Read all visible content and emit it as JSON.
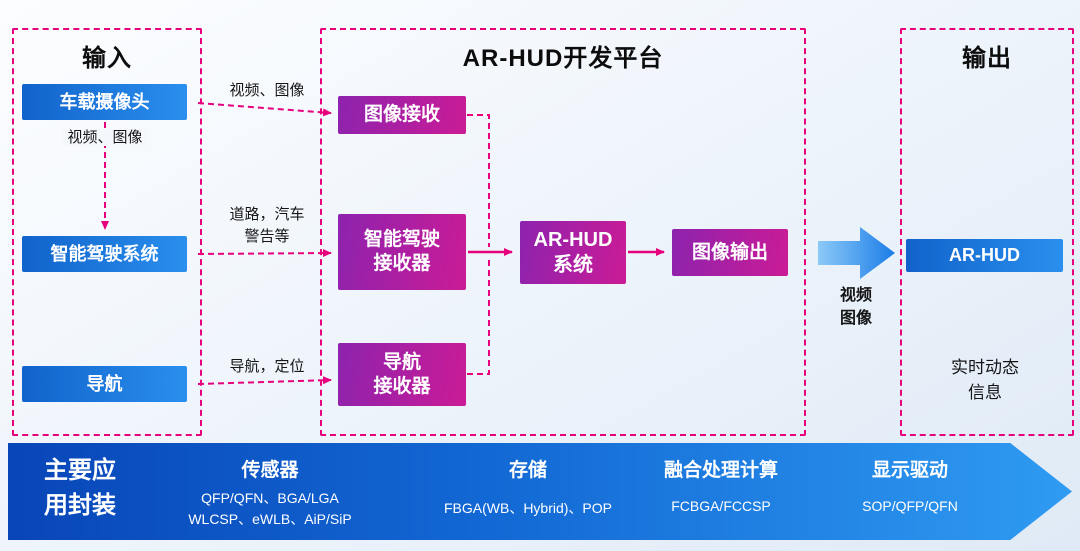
{
  "input_panel": {
    "title": "输入",
    "camera": "车载摄像头",
    "camera_out_label": "视频、图像",
    "driving": "智能驾驶系统",
    "nav": "导航"
  },
  "platform_panel": {
    "title": "AR-HUD开发平台",
    "image_rx": "图像接收",
    "driving_rx_line1": "智能驾驶",
    "driving_rx_line2": "接收器",
    "arhud_line1": "AR-HUD",
    "arhud_line2": "系统",
    "image_out": "图像输出",
    "nav_rx_line1": "导航",
    "nav_rx_line2": "接收器"
  },
  "output_panel": {
    "title": "输出",
    "arhud": "AR-HUD",
    "realtime_line1": "实时动态",
    "realtime_line2": "信息"
  },
  "arrow_labels": {
    "video_image": "视频、图像",
    "road_line1": "道路，汽车",
    "road_line2": "警告等",
    "nav_pos": "导航，定位",
    "video_line1": "视频",
    "video_line2": "图像"
  },
  "banner": {
    "label": [
      "主要应",
      "用封装"
    ],
    "sensor": {
      "title": "传感器",
      "line1": "QFP/QFN、BGA/LGA",
      "line2": "WLCSP、eWLB、AiP/SiP"
    },
    "storage": {
      "title": "存储",
      "line1": "FBGA(WB、Hybrid)、POP"
    },
    "fusion": {
      "title": "融合处理计算",
      "line1": "FCBGA/FCCSP"
    },
    "display": {
      "title": "显示驱动",
      "line1": "SOP/QFP/QFN"
    }
  },
  "colors": {
    "dashed_border": "#e6007e",
    "blue_node": "#1976d2",
    "magenta_node": "#b0219f",
    "banner_blue": "#1268d4",
    "big_arrow_blue": "#4aa8f0",
    "background": "#e9f1f9"
  }
}
